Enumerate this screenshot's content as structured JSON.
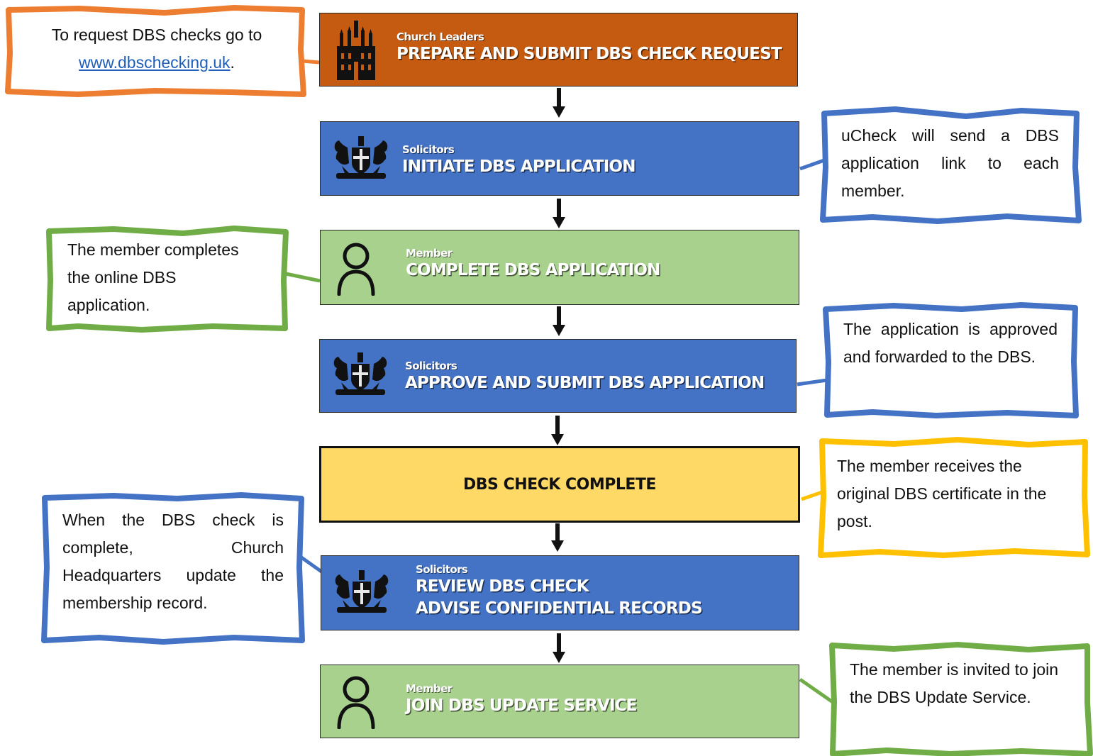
{
  "steps": [
    {
      "role": "Church Leaders",
      "title": "PREPARE AND SUBMIT DBS CHECK REQUEST",
      "icon": "temple-icon",
      "color": "#c55a11"
    },
    {
      "role": "Solicitors",
      "title": "INITIATE DBS APPLICATION",
      "icon": "coat-of-arms-icon",
      "color": "#4472c4"
    },
    {
      "role": "Member",
      "title": "COMPLETE DBS APPLICATION",
      "icon": "person-icon",
      "color": "#a9d18e"
    },
    {
      "role": "Solicitors",
      "title": "APPROVE AND SUBMIT DBS APPLICATION",
      "icon": "coat-of-arms-icon",
      "color": "#4472c4"
    },
    {
      "title": "DBS CHECK COMPLETE",
      "color": "#ffd966"
    },
    {
      "role": "Solicitors",
      "title_lines": [
        "REVIEW DBS CHECK",
        "ADVISE CONFIDENTIAL RECORDS"
      ],
      "icon": "coat-of-arms-icon",
      "color": "#4472c4"
    },
    {
      "role": "Member",
      "title": "JOIN DBS UPDATE SERVICE",
      "icon": "person-icon",
      "color": "#a9d18e"
    }
  ],
  "notes": {
    "request": {
      "line1": "To request DBS checks go to",
      "link": "www.dbschecking.uk",
      "after": ".",
      "border": "#ed7d31"
    },
    "initiate": {
      "text": "uCheck will send a DBS application link to each member.",
      "border": "#4472c4"
    },
    "complete": {
      "text": "The member completes the online DBS application.",
      "border": "#70ad47"
    },
    "approve": {
      "text": "The application is approved and forwarded to the DBS.",
      "border": "#4472c4"
    },
    "certificate": {
      "text": "The member receives the original DBS certificate in the post.",
      "border": "#ffc000"
    },
    "review": {
      "text": "When the DBS check is complete, Church Headquarters update the membership record.",
      "border": "#4472c4"
    },
    "update": {
      "text": "The member is invited to join the DBS Update Service.",
      "border": "#70ad47"
    }
  }
}
